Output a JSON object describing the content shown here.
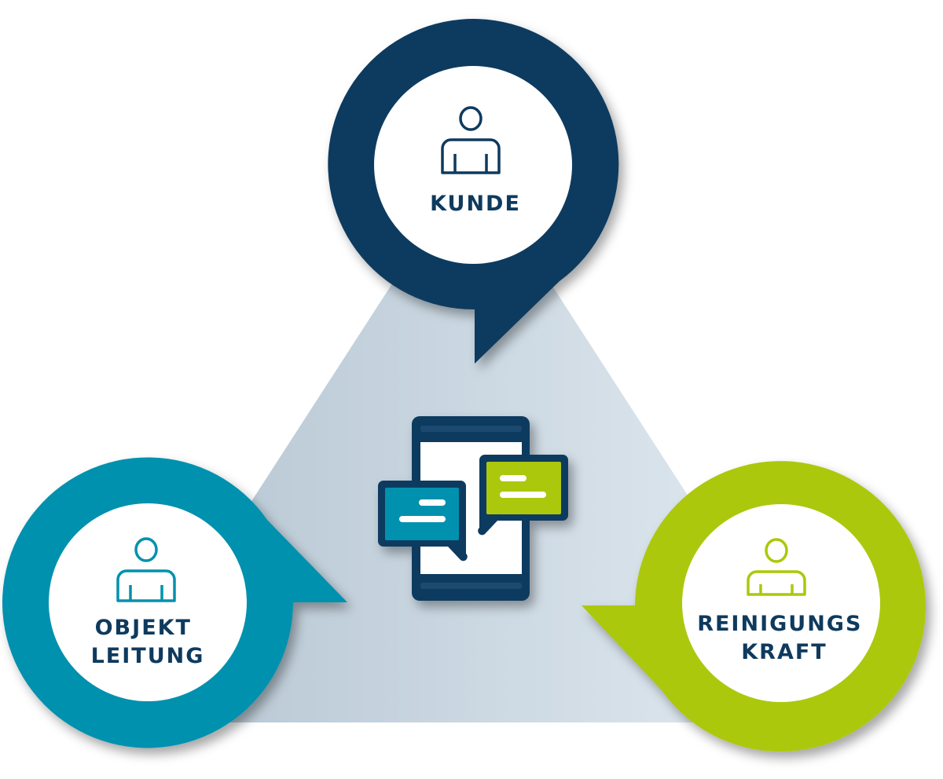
{
  "diagram": {
    "nodes": [
      {
        "id": "kunde",
        "lines": [
          "KUNDE"
        ],
        "color": "#0e3a5e"
      },
      {
        "id": "objekt-leitung",
        "lines": [
          "OBJEKT",
          "LEITUNG"
        ],
        "color": "#0091ae"
      },
      {
        "id": "reinigungs-kraft",
        "lines": [
          "REINIGUNGS",
          "KRAFT"
        ],
        "color": "#acc80a"
      }
    ],
    "center": {
      "icon": "smartphone-chat-icon",
      "bubble_colors": [
        "#0091ae",
        "#acc80a"
      ]
    },
    "background": {
      "shape": "triangle",
      "gradient": [
        "#b2c3d0",
        "#e4ecf3"
      ]
    },
    "label_color": "#0e3a5e"
  }
}
